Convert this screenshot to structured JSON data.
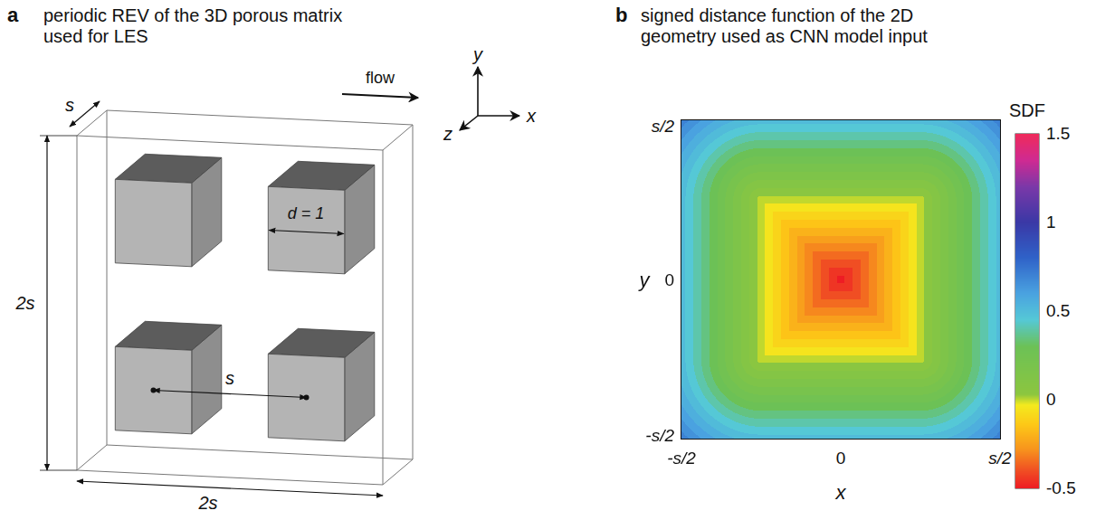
{
  "diagram": {
    "labels": [
      "a",
      "periodic REV of the 3D porous matrix used for LES",
      "flow",
      "y",
      "z",
      "x",
      "s",
      "2s",
      "d = 1",
      "s",
      "2s",
      "b",
      "signed distance function of the 2D geometry used as CNN model input",
      "SDF",
      "1.5",
      "1",
      "0.5",
      "0",
      "-0.5",
      "s/2",
      "y",
      "0",
      "-s/2",
      "-s/2",
      "0",
      "s/2",
      "x"
    ]
  }
}
